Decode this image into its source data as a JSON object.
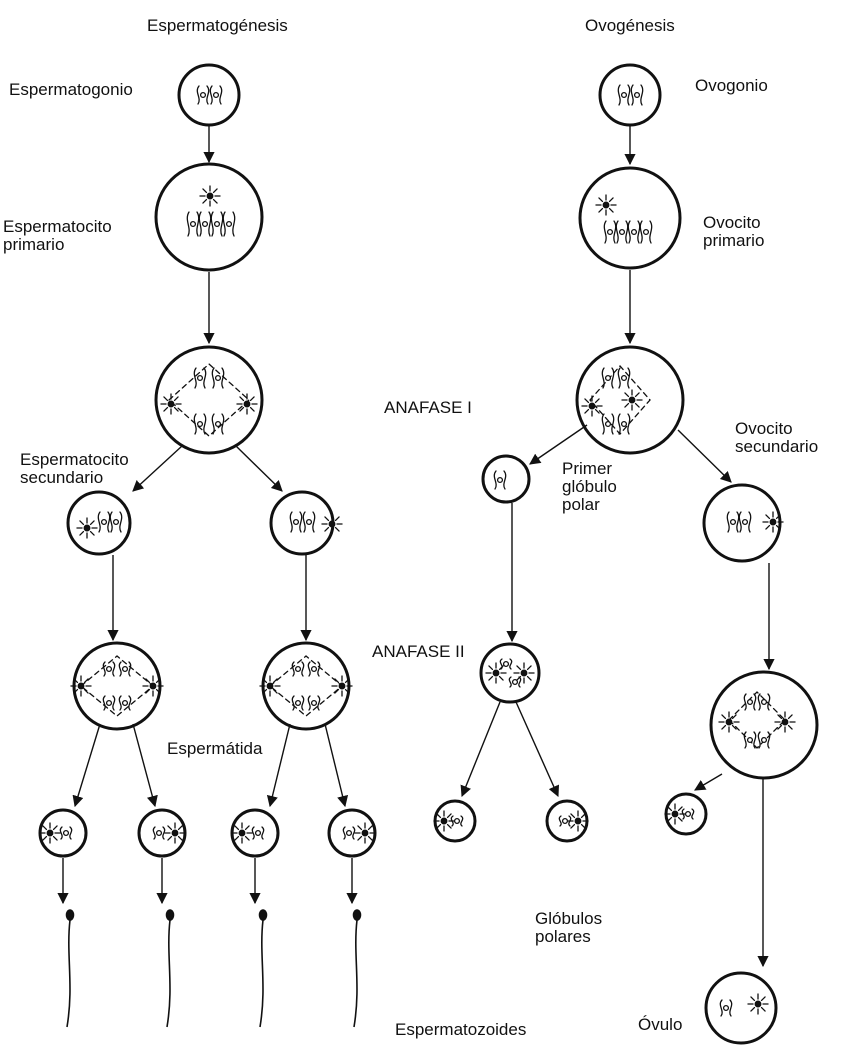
{
  "titles": {
    "spermatogenesis": "Espermatogénesis",
    "oogenesis": "Ovogénesis"
  },
  "labels": {
    "spermatogonium": "Espermatogonio",
    "oogonium": "Ovogonio",
    "primary_spermatocyte_1": "Espermatocito",
    "primary_spermatocyte_2": "primario",
    "primary_oocyte_1": "Ovocito",
    "primary_oocyte_2": "primario",
    "anaphase_1": "ANAFASE I",
    "secondary_spermatocyte_1": "Espermatocito",
    "secondary_spermatocyte_2": "secundario",
    "secondary_oocyte_1": "Ovocito",
    "secondary_oocyte_2": "secundario",
    "first_polar_body_1": "Primer",
    "first_polar_body_2": "glóbulo",
    "first_polar_body_3": "polar",
    "anaphase_2": "ANAFASE II",
    "spermatid": "Espermátida",
    "polar_bodies_1": "Glóbulos",
    "polar_bodies_2": "polares",
    "spermatozoa": "Espermatozoides",
    "ovum": "Óvulo"
  },
  "colors": {
    "ink": "#111111",
    "background": "#ffffff"
  }
}
